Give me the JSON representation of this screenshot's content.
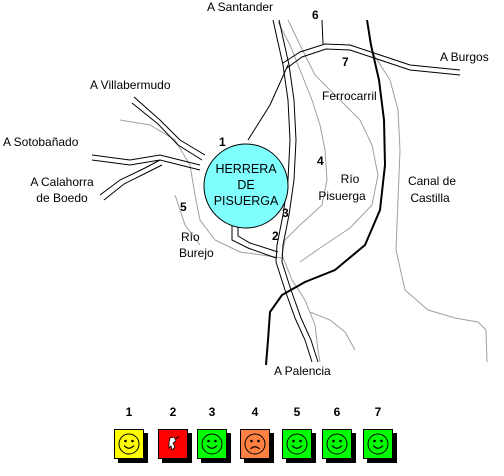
{
  "map": {
    "labels": {
      "santander": "A Santander",
      "burgos": "A Burgos",
      "villabermudo": "A Villabermudo",
      "sotobanado": "A Sotobañado",
      "calahorra_line1": "A Calahorra",
      "calahorra_line2": "de Boedo",
      "palencia": "A Palencia",
      "ferrocarril": "Ferrocarril",
      "rio_pisuerga_line1": "Río",
      "rio_pisuerga_line2": "Pisuerga",
      "canal_line1": "Canal de",
      "canal_line2": "Castilla",
      "rio_burejo_line1": "Río",
      "rio_burejo_line2": "Burejo"
    },
    "town": {
      "line1": "HERRERA",
      "line2": "DE",
      "line3": "PISUERGA",
      "color": "#80ffff"
    },
    "points": [
      "1",
      "2",
      "3",
      "4",
      "5",
      "6",
      "7"
    ]
  },
  "legend": {
    "items": [
      {
        "number": "1",
        "icon": "happy-face-icon",
        "bg": "#ffff00",
        "face": "#ffff00"
      },
      {
        "number": "2",
        "icon": "warning-figure-icon",
        "bg": "#ff0000",
        "face": null
      },
      {
        "number": "3",
        "icon": "happy-face-icon",
        "bg": "#00ff00",
        "face": "#00ff00"
      },
      {
        "number": "4",
        "icon": "sad-face-icon",
        "bg": "#ff8040",
        "face": "#ff8040"
      },
      {
        "number": "5",
        "icon": "happy-face-icon",
        "bg": "#00ff00",
        "face": "#00ff00"
      },
      {
        "number": "6",
        "icon": "happy-face-icon",
        "bg": "#00ff00",
        "face": "#00ff00"
      },
      {
        "number": "7",
        "icon": "happy-face-icon",
        "bg": "#00ff00",
        "face": "#00ff00"
      }
    ]
  }
}
